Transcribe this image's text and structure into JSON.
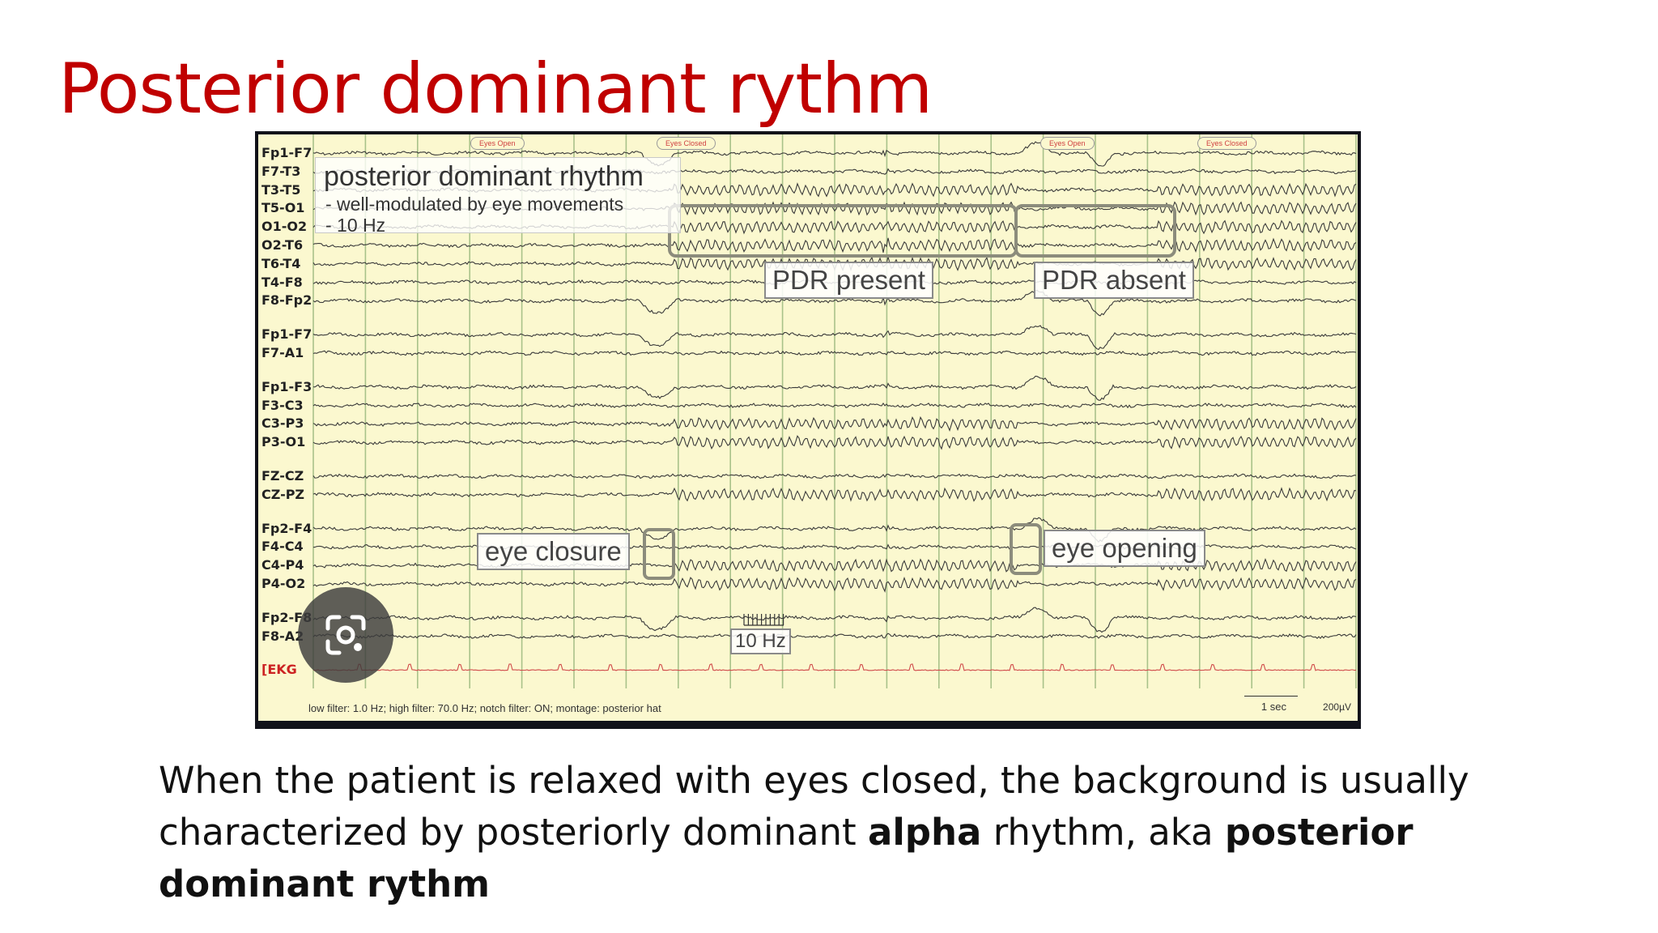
{
  "slide": {
    "title": "Posterior dominant rythm",
    "body_part1": "When the patient is relaxed with eyes closed, the background is usually characterized by posteriorly dominant ",
    "body_bold1": "alpha",
    "body_part2": " rhythm, aka ",
    "body_bold2": "posterior dominant rythm"
  },
  "eeg": {
    "channels": [
      {
        "label": "Fp1-F7",
        "group": 0
      },
      {
        "label": "F7-T3",
        "group": 0
      },
      {
        "label": "T3-T5",
        "group": 0
      },
      {
        "label": "T5-O1",
        "group": 0
      },
      {
        "label": "O1-O2",
        "group": 0
      },
      {
        "label": "O2-T6",
        "group": 0
      },
      {
        "label": "T6-T4",
        "group": 0
      },
      {
        "label": "T4-F8",
        "group": 0
      },
      {
        "label": "F8-Fp2",
        "group": 0
      },
      {
        "label": "Fp1-F7",
        "group": 1
      },
      {
        "label": "F7-A1",
        "group": 1
      },
      {
        "label": "Fp1-F3",
        "group": 2
      },
      {
        "label": "F3-C3",
        "group": 2
      },
      {
        "label": "C3-P3",
        "group": 2
      },
      {
        "label": "P3-O1",
        "group": 2
      },
      {
        "label": "FZ-CZ",
        "group": 3
      },
      {
        "label": "CZ-PZ",
        "group": 3
      },
      {
        "label": "Fp2-F4",
        "group": 4
      },
      {
        "label": "F4-C4",
        "group": 4
      },
      {
        "label": "C4-P4",
        "group": 4
      },
      {
        "label": "P4-O2",
        "group": 4
      },
      {
        "label": "Fp2-F8",
        "group": 5
      },
      {
        "label": "F8-A2",
        "group": 5
      },
      {
        "label": "[EKG",
        "group": 6
      }
    ],
    "eye_tags": [
      "Eyes Open",
      "Eyes Closed",
      "Eyes Open",
      "Eyes Closed"
    ],
    "info_box": {
      "title": "posterior dominant rhythm",
      "line1": "- well-modulated by eye movements",
      "line2": "- 10 Hz"
    },
    "annotations": {
      "pdr_present": "PDR present",
      "pdr_absent": "PDR absent",
      "eye_closure": "eye closure",
      "eye_opening": "eye opening",
      "ten_hz": "10 Hz"
    },
    "footer": "low filter: 1.0 Hz; high filter: 70.0 Hz; notch filter: ON; montage: posterior hat",
    "scale_time": "1 sec",
    "scale_amp": "200µV"
  },
  "overlay": {
    "lens_icon": "google-lens-camera-icon"
  }
}
